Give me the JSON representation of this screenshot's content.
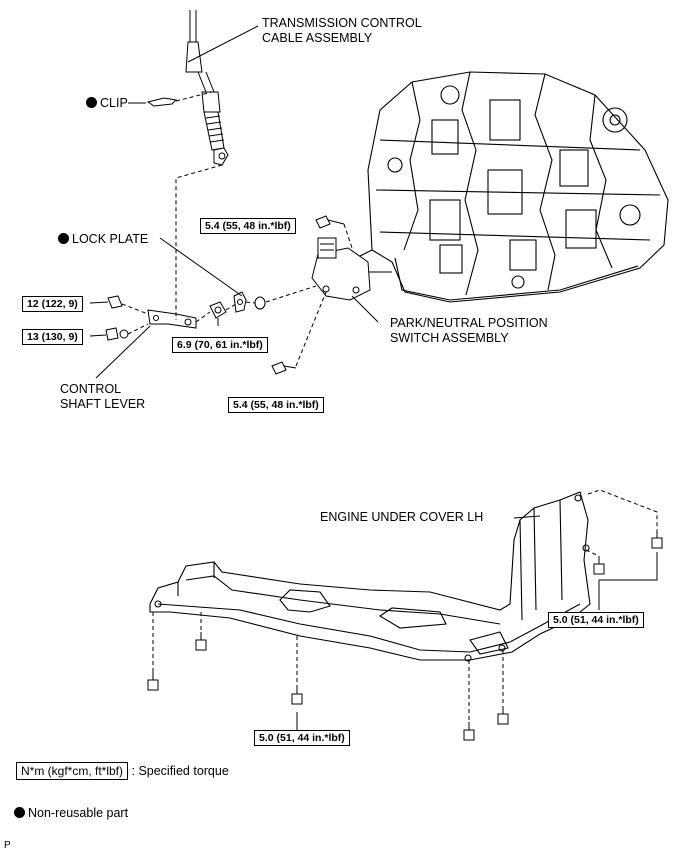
{
  "labels": {
    "transmission_cable": [
      "TRANSMISSION CONTROL",
      "CABLE ASSEMBLY"
    ],
    "clip": "CLIP",
    "lock_plate": "LOCK PLATE",
    "control_shaft_lever": [
      "CONTROL",
      "SHAFT LEVER"
    ],
    "pnp_switch": [
      "PARK/NEUTRAL POSITION",
      "SWITCH ASSEMBLY"
    ],
    "engine_under_cover": "ENGINE UNDER COVER LH"
  },
  "torques": {
    "bolt_pnp_top": "5.4 (55, 48 in.*lbf)",
    "nut_lever_upper": "12 (122, 9)",
    "nut_lever_lower": "13 (130, 9)",
    "nut_shaft": "6.9 (70, 61 in.*lbf)",
    "bolt_pnp_bottom": "5.4 (55, 48 in.*lbf)",
    "cover_bolt_right": "5.0 (51, 44 in.*lbf)",
    "cover_bolt_center": "5.0 (51, 44 in.*lbf)"
  },
  "legend": {
    "torque_unit": "N*m (kgf*cm, ft*lbf)",
    "torque_desc": ": Specified torque",
    "non_reusable": "Non-reusable part"
  },
  "corner_mark": "P"
}
